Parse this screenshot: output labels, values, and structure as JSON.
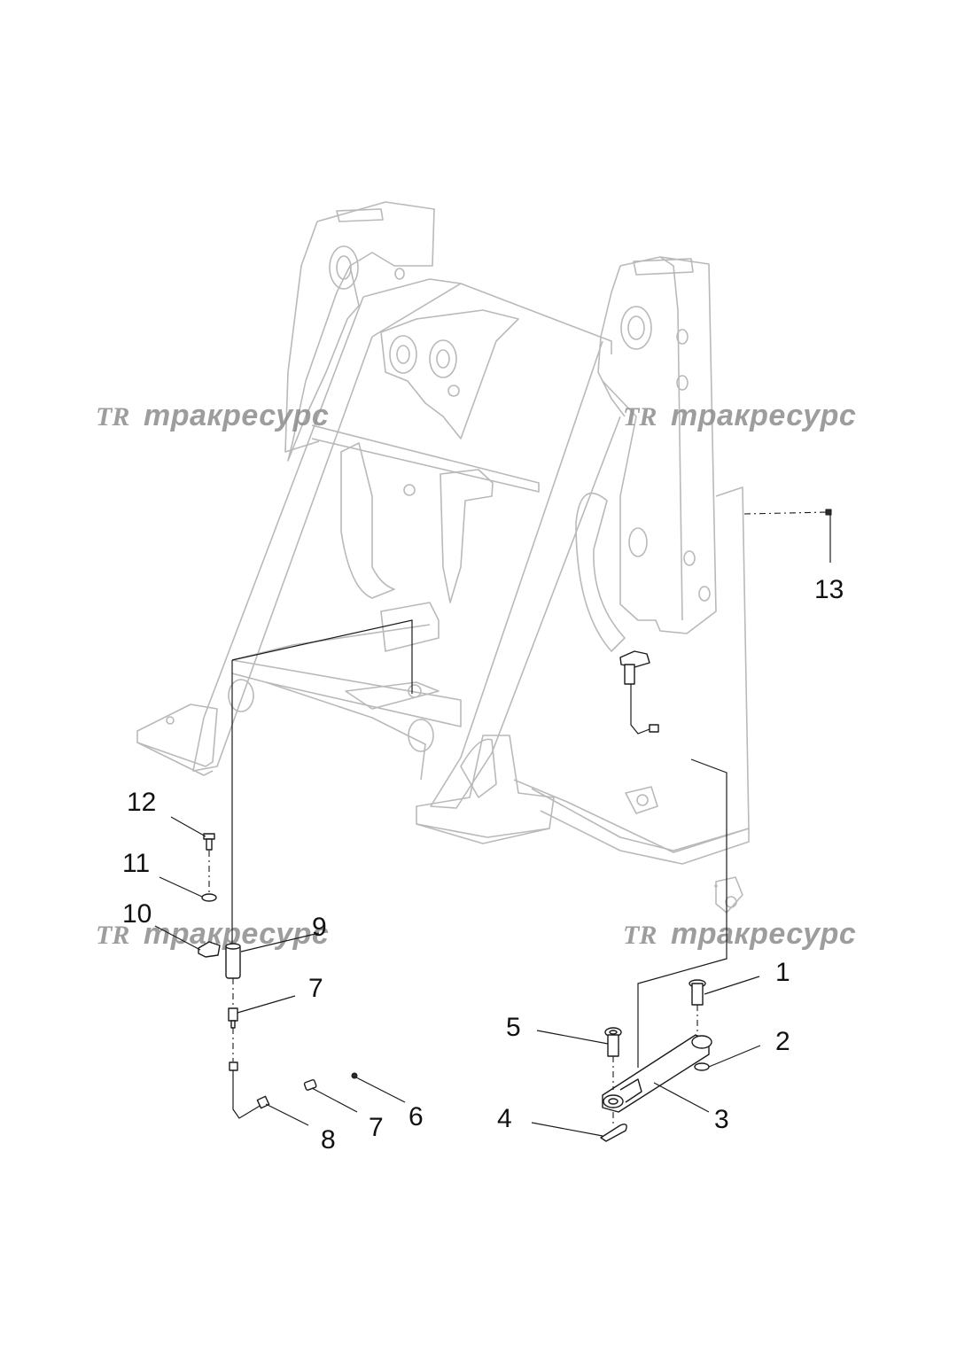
{
  "watermark": {
    "logo": "TR",
    "text": "тракресурс"
  },
  "callouts": [
    "1",
    "2",
    "3",
    "4",
    "5",
    "6",
    "7",
    "7",
    "8",
    "9",
    "10",
    "11",
    "12",
    "13"
  ]
}
